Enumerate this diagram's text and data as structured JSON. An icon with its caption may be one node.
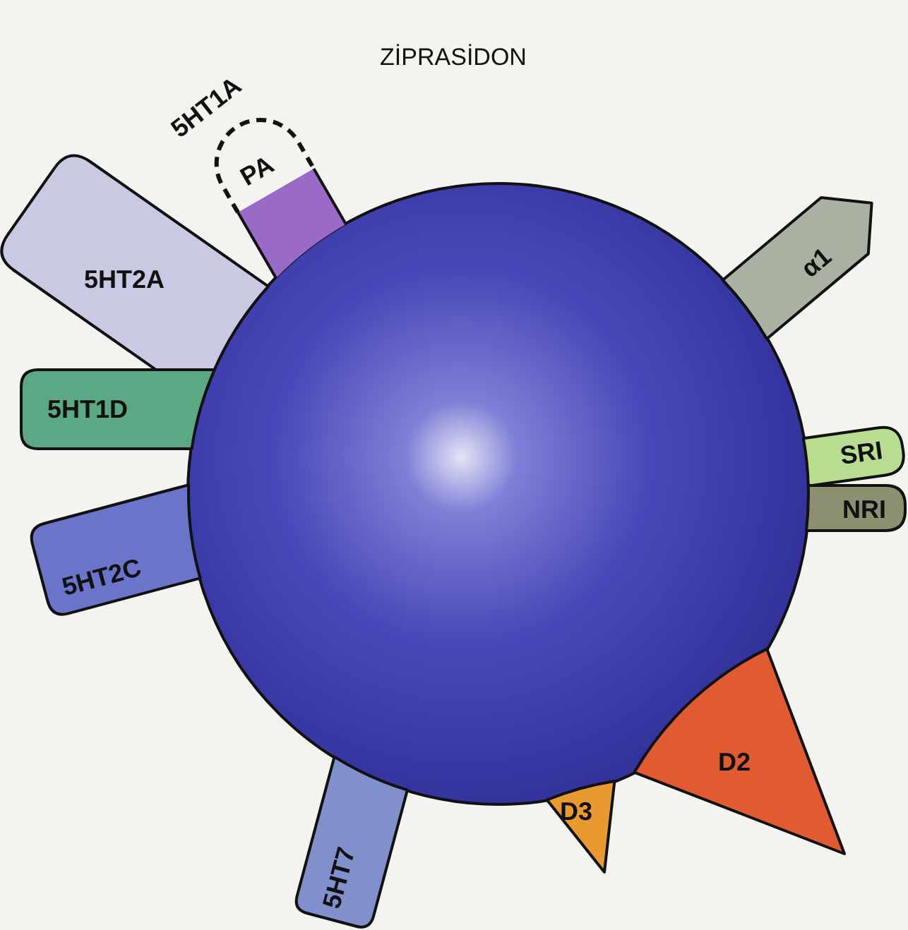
{
  "diagram": {
    "title": "ZİPRASİDON",
    "nodes": [
      {
        "text": [],
        "shape": "circle"
      },
      {
        "text": [
          "5HT1A",
          "PA"
        ]
      },
      {
        "text": [
          "5HT2A"
        ]
      },
      {
        "text": [
          "α1"
        ]
      },
      {
        "text": [
          "5HT1D"
        ]
      },
      {
        "text": [
          "SRI"
        ]
      },
      {
        "text": [
          "NRI"
        ]
      },
      {
        "text": [
          "5HT2C"
        ]
      },
      {
        "text": [
          "5HT7"
        ]
      },
      {
        "text": [
          "D3"
        ]
      },
      {
        "text": [
          "D2"
        ]
      }
    ]
  }
}
